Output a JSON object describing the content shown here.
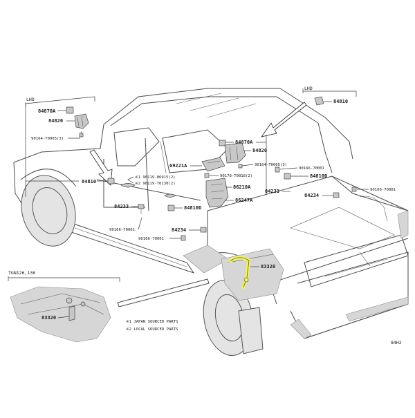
{
  "labels": {
    "lhd": "LHD",
    "rhd": "LHD",
    "tgn": "TGN126,136",
    "code": "84H2",
    "note1": "※1 JAPAN SOURCED PARTS",
    "note2": "※2 LOCAL SOURCED PARTS"
  },
  "parts": {
    "p84870A_l": "84870A",
    "p84820_l": "84820",
    "p90164_l": "90164-T0005(3)",
    "p84810_l": "84810",
    "p90119a": "※1 90119-06915(2)",
    "p90119b": "※2 90119-T0130(2)",
    "p84233_l": "84233",
    "p90166_l": "90166-70001",
    "p84810D_l": "84810D",
    "p84234_l": "84234",
    "p90166_m": "90166-70001",
    "pG9221A": "G9221A",
    "p90178": "90178-T0018(2)",
    "p86210A": "86210A",
    "p86247A": "86247A",
    "p84870A_r": "84870A",
    "p84820_r": "84820",
    "p90164_r": "90164-T0005(3)",
    "p90166_r1": "90166-70001",
    "p84810D_r": "84810D",
    "p84233_r": "84233",
    "p84234_r": "84234",
    "p90166_r2": "90166-70001",
    "p84810_r": "84810",
    "p83320_main": "83320",
    "p83320_inset": "83320"
  },
  "colors": {
    "highlight": "#f2f25a",
    "line": "#3a3a3a"
  }
}
